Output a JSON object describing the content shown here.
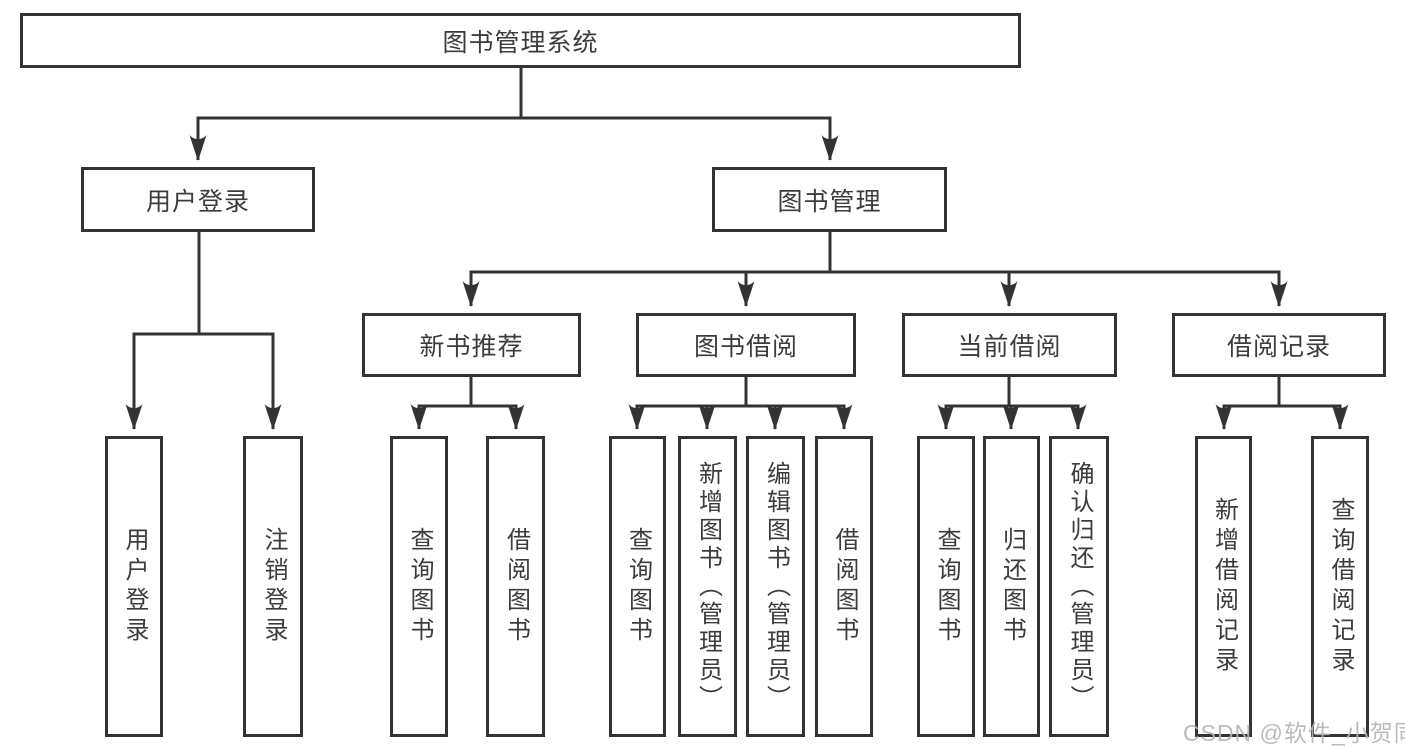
{
  "diagram_title": "图书管理系统",
  "nodes": {
    "root": "图书管理系统",
    "user_login": "用户登录",
    "book_mgmt": "图书管理",
    "new_book_rec": "新书推荐",
    "book_borrow": "图书借阅",
    "current_borrow": "当前借阅",
    "borrow_records": "借阅记录",
    "user_login_leaf": "用户登录",
    "logout_leaf": "注销登录",
    "rec_query_books": "查询图书",
    "rec_borrow_books": "借阅图书",
    "bor_query_books": "查询图书",
    "bor_add_books": "新增图书（管理员）",
    "bor_edit_books": "编辑图书（管理员）",
    "bor_borrow_books": "借阅图书",
    "cur_query_books": "查询图书",
    "cur_return_books": "归还图书",
    "cur_confirm_return": "确认归还（管理员）",
    "records_add": "新增借阅记录",
    "records_query": "查询借阅记录"
  },
  "colors": {
    "line": "#333333",
    "box_border": "#333333",
    "text": "#3c3c3c",
    "watermark": "#b4b4b8",
    "background": "#ffffff"
  },
  "watermark": "CSDN @软件_小贺同学"
}
